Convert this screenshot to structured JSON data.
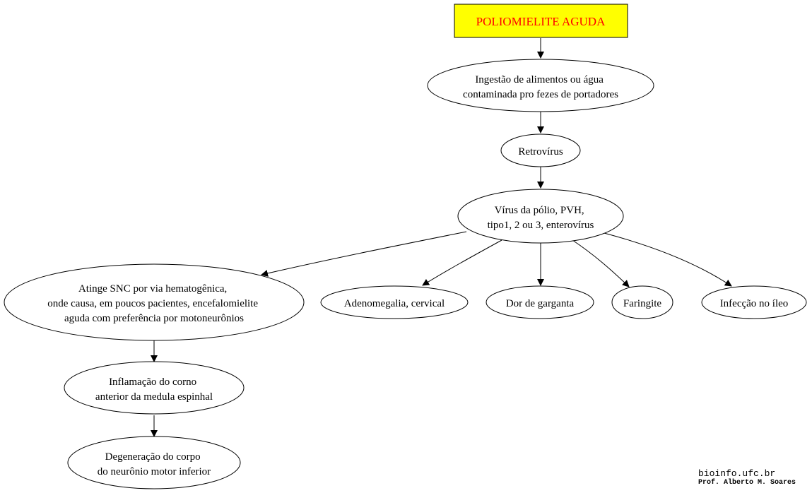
{
  "colors": {
    "title_fill": "#ffff00",
    "title_text": "#ff0000",
    "node_stroke": "#000000",
    "edge": "#000000"
  },
  "nodes": {
    "title": "POLIOMIELITE AGUDA",
    "ingestao": [
      "Ingestão de alimentos ou água",
      "contaminada pro fezes de portadores"
    ],
    "retrovirus": [
      "Retrovírus"
    ],
    "virus": [
      "Vírus da pólio, PVH,",
      "tipo1, 2 ou 3, enterovírus"
    ],
    "snc": [
      "Atinge SNC por via hematogênica,",
      "onde causa, em poucos pacientes, encefalomielite",
      "aguda com preferência por motoneurônios"
    ],
    "adenomegalia": [
      "Adenomegalia, cervical"
    ],
    "dor": [
      "Dor de garganta"
    ],
    "faringite": [
      "Faringite"
    ],
    "infeccao": [
      "Infecção no íleo"
    ],
    "inflamacao": [
      "Inflamação do corno",
      "anterior da medula espinhal"
    ],
    "degeneracao": [
      "Degeneração do corpo",
      "do neurônio motor inferior"
    ]
  },
  "edges": [
    [
      "title",
      "ingestao"
    ],
    [
      "ingestao",
      "retrovirus"
    ],
    [
      "retrovirus",
      "virus"
    ],
    [
      "virus",
      "snc"
    ],
    [
      "virus",
      "adenomegalia"
    ],
    [
      "virus",
      "dor"
    ],
    [
      "virus",
      "faringite"
    ],
    [
      "virus",
      "infeccao"
    ],
    [
      "snc",
      "inflamacao"
    ],
    [
      "inflamacao",
      "degeneracao"
    ]
  ],
  "footer": {
    "site": "bioinfo.ufc.br",
    "author": "Prof. Alberto M. Soares"
  }
}
